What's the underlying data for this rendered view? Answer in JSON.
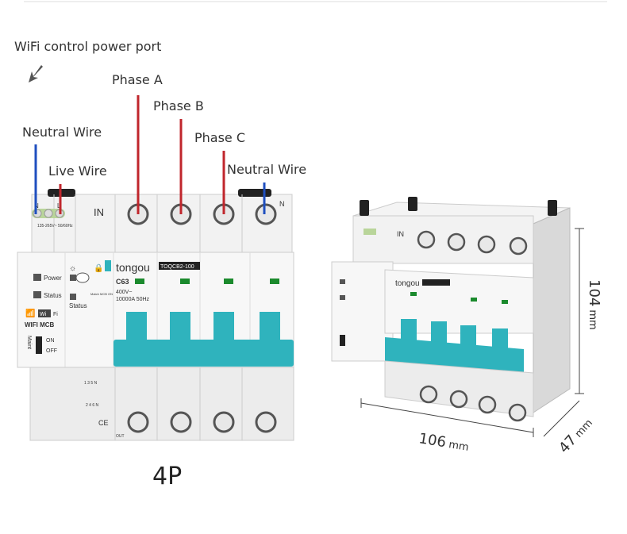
{
  "annotations": {
    "wifi_port": "WiFi control power port",
    "phase_a": "Phase A",
    "phase_b": "Phase B",
    "phase_c": "Phase C",
    "neutral_left": "Neutral Wire",
    "live": "Live Wire",
    "neutral_right": "Neutral Wire",
    "model_poles": "4P"
  },
  "device": {
    "brand": "tongou",
    "model": "TOQCB2-100",
    "rating": "C63",
    "spec_line1": "400V~",
    "spec_line2": "10000A  50Hz",
    "power_input_spec": "135-265V~ 50/60Hz",
    "terminal_in": "IN",
    "terminal_out": "OUT",
    "terminal_n": "N",
    "terminal_l": "L",
    "led_power": "Power",
    "led_status": "Status",
    "status_label": "Status",
    "match_label": "Match MCB ON",
    "wifi_label": "WIFI MCB",
    "wifi_badge_wi": "Wi",
    "wifi_badge_fi": "Fi",
    "maint_label": "Maint",
    "switch_on": "ON",
    "switch_off": "OFF",
    "ce_mark": "CE",
    "top_wiring": "1 3 5 N",
    "bottom_wiring": "2 4 6 N"
  },
  "dimensions": {
    "height_value": "104",
    "width_value": "106",
    "depth_value": "47",
    "unit": "mm"
  },
  "colors": {
    "phase_wire": "#c0262c",
    "neutral_wire": "#1f4fbf",
    "toggle": "#2fb3bd"
  }
}
